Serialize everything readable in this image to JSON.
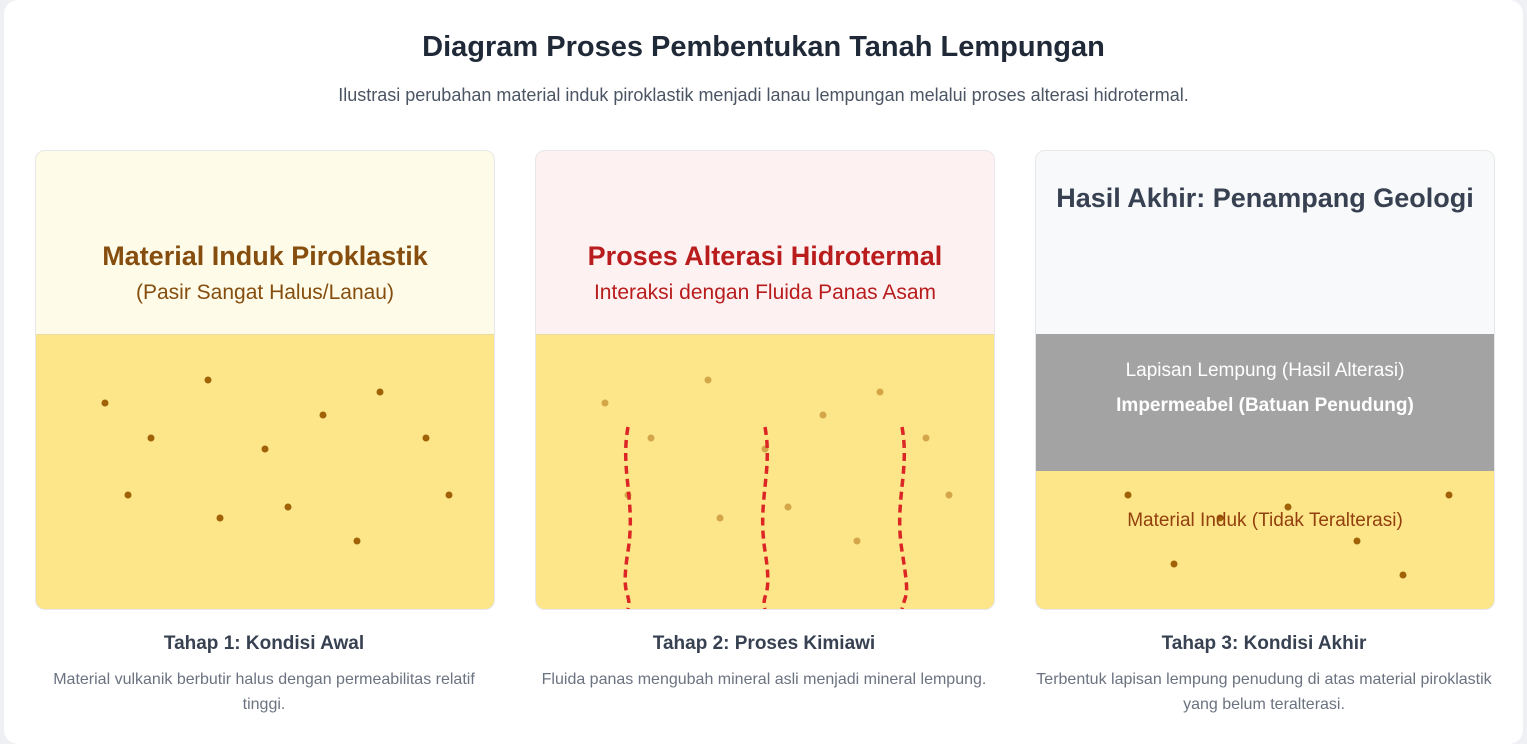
{
  "header": {
    "title": "Diagram Proses Pembentukan Tanah Lempungan",
    "subtitle": "Ilustrasi perubahan material induk piroklastik menjadi lanau lempungan melalui proses alterasi hidrotermal."
  },
  "colors": {
    "sand": "#fde68a",
    "grain": "#a16207",
    "grain_faded": "#d4a64a",
    "fluid": "#dc2626",
    "clay": "#a3a3a3",
    "panel1_top": "#fefbe8",
    "panel2_top": "#fdf1f2",
    "panel3_top": "#f8f9fb"
  },
  "panels": [
    {
      "heading": "Material Induk Piroklastik",
      "subheading": "(Pasir Sangat Halus/Lanau)",
      "step_title": "Tahap 1: Kondisi Awal",
      "step_desc": "Material vulkanik berbutir halus dengan permeabilitas relatif tinggi."
    },
    {
      "heading": "Proses Alterasi Hidrotermal",
      "subheading": "Interaksi dengan Fluida Panas Asam",
      "step_title": "Tahap 2: Proses Kimiawi",
      "step_desc": "Fluida panas mengubah mineral asli menjadi mineral lempung."
    },
    {
      "heading": "Hasil Akhir: Penampang Geologi",
      "clay_label": "Lapisan Lempung (Hasil Alterasi)",
      "clay_sublabel": "Impermeabel (Batuan Penudung)",
      "parent_label": "Material Induk (Tidak Teralterasi)",
      "step_title": "Tahap 3: Kondisi Akhir",
      "step_desc": "Terbentuk lapisan lempung penudung di atas material piroklastik yang belum teralterasi."
    }
  ]
}
